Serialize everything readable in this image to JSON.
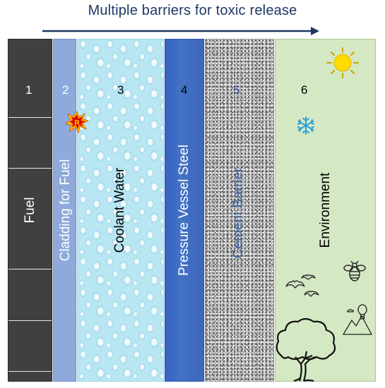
{
  "title": "Multiple barriers for toxic release",
  "arrow_color": "#1f3864",
  "badge_text": "R",
  "barriers": [
    {
      "number": "1",
      "label": "Fuel",
      "color": "#404040"
    },
    {
      "number": "2",
      "label": "Cladding for Fuel",
      "color": "#8eaadb"
    },
    {
      "number": "3",
      "label": "Coolant Water",
      "color": "#b8e6f3"
    },
    {
      "number": "4",
      "label": "Pressure Vessel Steel",
      "color": "#4472c4"
    },
    {
      "number": "5",
      "label": "Cement Barrier",
      "color": "#b6b6b6"
    },
    {
      "number": "6",
      "label": "Environment",
      "color": "#d5e8c4"
    }
  ],
  "icons": [
    "sun-icon",
    "snowflake-icon",
    "bee-icon",
    "bats-icon",
    "balloon-mountain-icon",
    "tree-icon",
    "radiation-burst-icon"
  ]
}
